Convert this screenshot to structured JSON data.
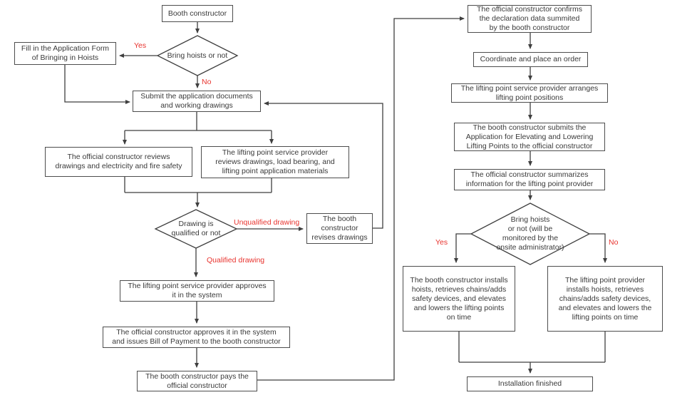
{
  "meta": {
    "diagram_type": "flowchart",
    "background_color": "#ffffff",
    "line_color": "#3f3f3f",
    "box_border_color": "#4d4d4d",
    "text_color": "#3a3a3a",
    "accent_red": "#e8332e"
  },
  "nodes": {
    "booth_constructor": {
      "lines": [
        "Booth constructor"
      ]
    },
    "fill_form": {
      "lines": [
        "Fill in the Application Form",
        "of Bringing in Hoists"
      ]
    },
    "submit_docs": {
      "lines": [
        "Submit the application documents",
        "and working drawings"
      ]
    },
    "official_reviews": {
      "lines": [
        "The official constructor reviews",
        "drawings and electricity and fire safety"
      ]
    },
    "provider_reviews": {
      "lines": [
        "The lifting point service provider",
        "reviews drawings, load bearing, and",
        "lifting point application materials"
      ]
    },
    "revises": {
      "lines": [
        "The booth",
        "constructor",
        "revises drawings"
      ]
    },
    "provider_approves": {
      "lines": [
        "The lifting point service provider approves",
        "it in the system"
      ]
    },
    "official_approves": {
      "lines": [
        "The official constructor approves it in the system",
        "and issues Bill of Payment to the booth constructor"
      ]
    },
    "pays": {
      "lines": [
        "The booth constructor pays the",
        "official constructor"
      ]
    },
    "confirms": {
      "lines": [
        "The official constructor confirms",
        "the declaration data summited",
        "by the booth constructor"
      ]
    },
    "coordinate": {
      "lines": [
        "Coordinate and place an order"
      ]
    },
    "arranges": {
      "lines": [
        "The lifting point service provider arranges",
        "lifting point positions"
      ]
    },
    "submits_app": {
      "lines": [
        "The booth constructor submits the",
        "Application for Elevating and Lowering",
        "Lifting Points to the official constructor"
      ]
    },
    "summarizes": {
      "lines": [
        "The official constructor summarizes",
        "information for the lifting point provider"
      ]
    },
    "booth_installs": {
      "lines": [
        "The booth constructor installs",
        "hoists, retrieves chains/adds",
        "safety devices, and elevates",
        "and lowers the lifting points",
        "on time"
      ]
    },
    "provider_installs": {
      "lines": [
        "The lifting point provider",
        "installs hoists, retrieves",
        "chains/adds safety devices,",
        "and elevates and lowers the",
        "lifting points on time"
      ]
    },
    "finished": {
      "lines": [
        "Installation finished"
      ]
    }
  },
  "decisions": {
    "bring_hoists": {
      "lines": [
        "Bring hoists or not"
      ]
    },
    "drawing_qualified": {
      "lines": [
        "Drawing is",
        "qualified or not"
      ]
    },
    "bring_hoists_monitored": {
      "lines": [
        "Bring hoists",
        "or not (will be",
        "monitored by the",
        "onsite administrator)"
      ]
    }
  },
  "edge_labels": {
    "yes_hoists": "Yes",
    "no_hoists": "No",
    "unqualified": "Unqualified drawing",
    "qualified": "Qualified drawing",
    "yes_monitored": "Yes",
    "no_monitored": "No"
  }
}
